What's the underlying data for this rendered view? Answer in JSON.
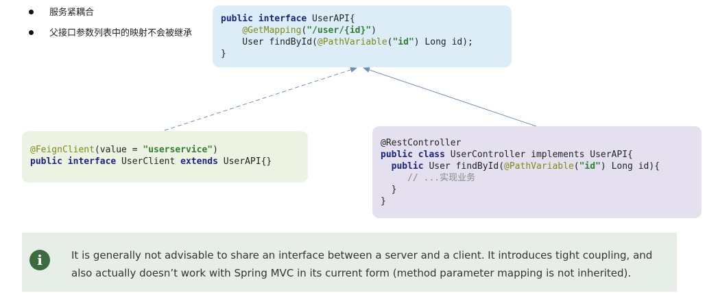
{
  "bullets": [
    "服务紧耦合",
    "父接口参数列表中的映射不会被继承"
  ],
  "interface_box": {
    "l1_kw": "public interface",
    "l1_rest": " UserAPI{",
    "l2_indent": "    ",
    "l2_ann": "@GetMapping",
    "l2_p1": "(",
    "l2_str": "\"/user/{id}\"",
    "l2_p2": ")",
    "l3_text": "    User findById(",
    "l3_ann": "@PathVariable",
    "l3_p1": "(",
    "l3_str": "\"id\"",
    "l3_p2": ") Long id);",
    "l4": "}"
  },
  "feign_box": {
    "l1_ann": "@FeignClient",
    "l1_p1": "(value = ",
    "l1_str": "\"userservice\"",
    "l1_p2": ")",
    "l2_kw1": "public interface",
    "l2_mid": " UserClient ",
    "l2_kw2": "extends",
    "l2_rest": " UserAPI{}"
  },
  "controller_box": {
    "l1": "@RestController",
    "l2_kw": "public class",
    "l2_rest": " UserController implements UserAPI{",
    "l3_indent": "  ",
    "l3_kw": "public",
    "l3_text": " User findById(",
    "l3_ann": "@PathVariable",
    "l3_p1": "(",
    "l3_str": "\"id\"",
    "l3_p2": ") Long id){",
    "l4_comment": "     // ...实现业务",
    "l5": "  }",
    "l6": "}"
  },
  "note": {
    "icon": "info-icon",
    "icon_glyph": "i",
    "text": "It is generally not advisable to share an interface between a server and a client. It introduces tight coupling, and also actually doesn’t work with Spring MVC in its current form (method parameter mapping is not inherited)."
  },
  "colors": {
    "interface_bg": "#dcedf8",
    "feign_bg": "#edf3e2",
    "controller_bg": "#e4e0ef",
    "note_bg": "#e7eee7",
    "note_icon": "#3b6b3f",
    "arrow": "#6b8fb8"
  }
}
